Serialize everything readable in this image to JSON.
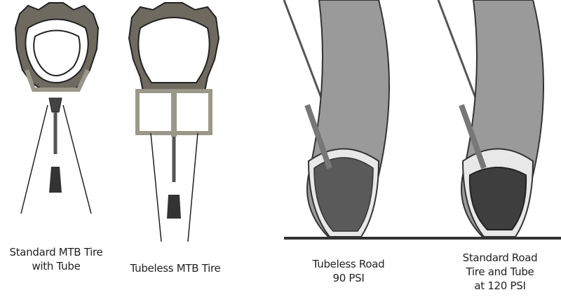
{
  "panels": [
    {
      "id": "standard-mtb",
      "caption": [
        "Standard MTB Tire",
        "with Tube"
      ]
    },
    {
      "id": "tubeless-mtb",
      "caption": [
        "Tubeless MTB Tire"
      ]
    },
    {
      "id": "tubeless-road",
      "caption": [
        "Tubeless Road",
        "90 PSI"
      ]
    },
    {
      "id": "standard-road",
      "caption": [
        "Standard Road",
        "Tire and Tube",
        "at 120 PSI"
      ]
    }
  ],
  "colors": {
    "tire": "#6e6a60",
    "rim": "#9a9888",
    "road_tire": "#9a9a9a",
    "road_inner": "#5a5a5a",
    "ground": "#333333"
  }
}
